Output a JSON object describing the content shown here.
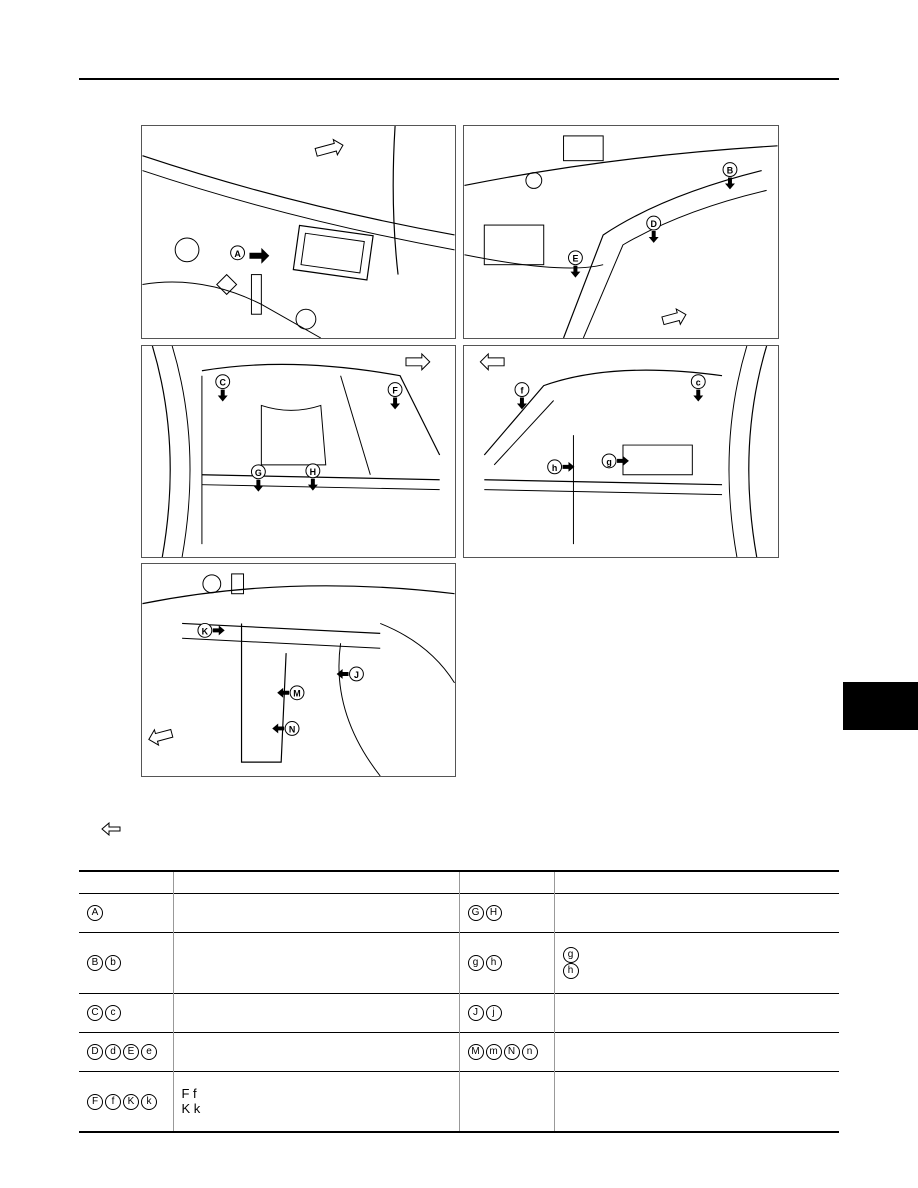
{
  "figure": {
    "panel1": {
      "callouts": [
        "A"
      ]
    },
    "panel2": {
      "callouts": [
        "B",
        "D",
        "E"
      ]
    },
    "panel3": {
      "callouts": [
        "C",
        "F",
        "G",
        "H"
      ]
    },
    "panel4": {
      "callouts": [
        "f",
        "c",
        "h",
        "g"
      ]
    },
    "panel5": {
      "callouts": [
        "K",
        "J",
        "M",
        "N"
      ]
    }
  },
  "table": {
    "rows": [
      {
        "col1": [
          "A"
        ],
        "col3": [
          "G",
          "H"
        ],
        "col4": []
      },
      {
        "col1": [
          "B",
          "b"
        ],
        "col3": [
          "g",
          "h"
        ],
        "col4": [
          "g",
          "h"
        ]
      },
      {
        "col1": [
          "C",
          "c"
        ],
        "col3": [
          "J",
          "j"
        ],
        "col4": []
      },
      {
        "col1": [
          "D",
          "d",
          "E",
          "e"
        ],
        "col3": [
          "M",
          "m",
          "N",
          "n"
        ],
        "col4": []
      },
      {
        "col1": [
          "F",
          "f",
          "K",
          "k"
        ],
        "col2": [
          "F f",
          "K k"
        ],
        "col3": [],
        "col4": []
      }
    ]
  }
}
